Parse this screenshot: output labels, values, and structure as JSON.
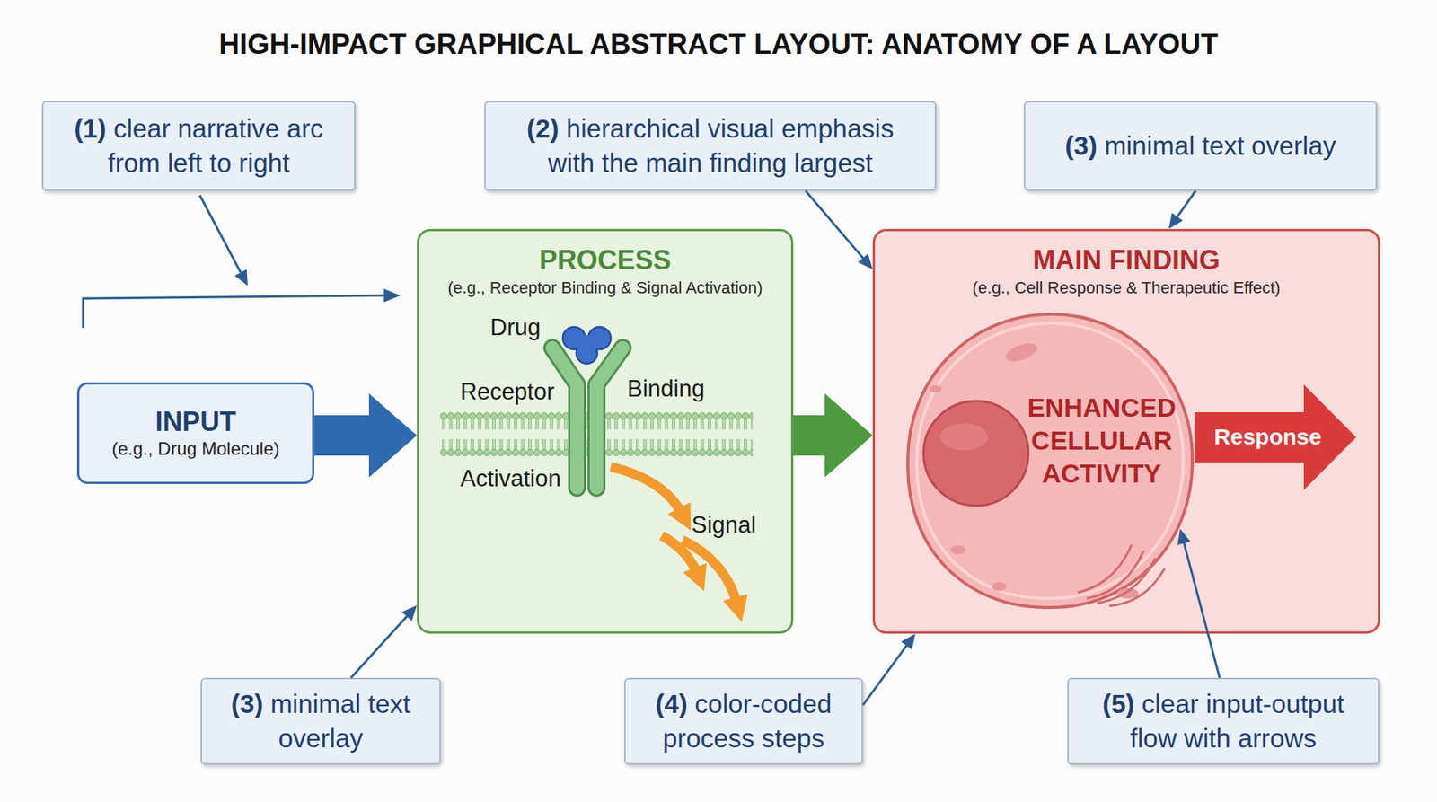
{
  "diagram": {
    "title": "HIGH-IMPACT GRAPHICAL ABSTRACT LAYOUT: ANATOMY OF A LAYOUT",
    "nodes": [
      {
        "text": [
          "(1)",
          "clear narrative arc from left to right"
        ]
      },
      {
        "text": [
          "(2)",
          "hierarchical visual emphasis with the main finding largest"
        ]
      },
      {
        "text": [
          "(3)",
          "minimal text overlay"
        ]
      },
      {
        "text": [
          "INPUT",
          "(e.g., Drug Molecule)"
        ]
      },
      {
        "text": [
          "PROCESS",
          "(e.g., Receptor Binding & Signal Activation)"
        ]
      },
      {
        "text": [
          "MAIN FINDING",
          "(e.g., Cell Response & Therapeutic Effect)"
        ]
      },
      {
        "text": [
          "ENHANCED CELLULAR ACTIVITY"
        ],
        "in": 5
      },
      {
        "text": [
          "Response"
        ],
        "in": 5
      },
      {
        "text": [
          "(3)",
          "minimal text overlay"
        ]
      },
      {
        "text": [
          "(4)",
          "color-coded process steps"
        ]
      },
      {
        "text": [
          "(5)",
          "clear input-output flow with arrows"
        ]
      }
    ],
    "edges": [
      {
        "from": 3,
        "to": 4,
        "arrow": "to"
      },
      {
        "from": 4,
        "to": 5,
        "arrow": "to"
      },
      {
        "from": 1,
        "to": 5,
        "arrow": "to"
      },
      {
        "from": 2,
        "to": 5,
        "arrow": "to"
      },
      {
        "from": 8,
        "to": 4,
        "arrow": "to"
      },
      {
        "from": 9,
        "to": 5,
        "arrow": "to"
      },
      {
        "from": 10,
        "to": 6,
        "arrow": "to"
      }
    ],
    "labels": [
      "Drug",
      "Receptor",
      "Binding",
      "Activation",
      "Signal"
    ]
  }
}
